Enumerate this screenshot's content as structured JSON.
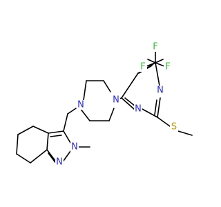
{
  "colors": {
    "bond": "#000000",
    "nitrogen": "#2a2ad6",
    "sulfur": "#b39a00",
    "fluorine": "#33bb33",
    "background": "#ffffff"
  },
  "atoms": {
    "F": "F",
    "N": "N",
    "S": "S"
  }
}
